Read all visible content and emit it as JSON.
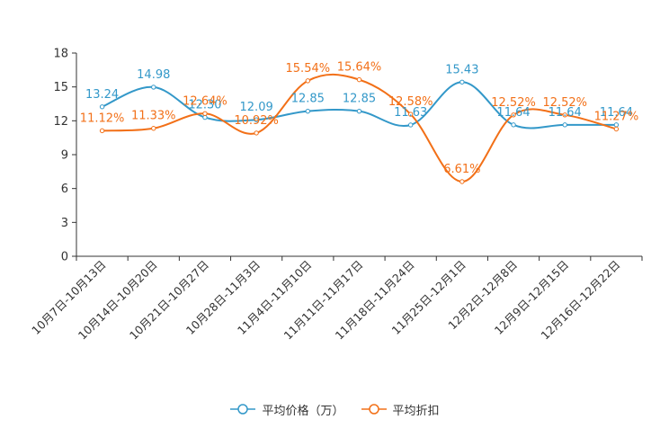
{
  "chart_data": {
    "type": "line",
    "categories": [
      "10月7日-10月13日",
      "10月14日-10月20日",
      "10月21日-10月27日",
      "10月28日-11月3日",
      "11月4日-11月10日",
      "11月11日-11月17日",
      "11月18日-11月24日",
      "11月25日-12月1日",
      "12月2日-12月8日",
      "12月9日-12月15日",
      "12月16日-12月22日"
    ],
    "series": [
      {
        "name": "平均价格（万）",
        "color": "#3398c9",
        "values": [
          13.24,
          14.98,
          12.3,
          12.09,
          12.85,
          12.85,
          11.63,
          15.43,
          11.64,
          11.64,
          11.64
        ],
        "labels": [
          "13.24",
          "14.98",
          "12.30",
          "12.09",
          "12.85",
          "12.85",
          "11.63",
          "15.43",
          "11.64",
          "11.64",
          "11.64"
        ]
      },
      {
        "name": "平均折扣",
        "color": "#f27018",
        "values": [
          11.12,
          11.33,
          12.64,
          10.92,
          15.54,
          15.64,
          12.58,
          6.61,
          12.52,
          12.52,
          11.27
        ],
        "labels": [
          "11.12%",
          "11.33%",
          "12.64%",
          "10.92%",
          "15.54%",
          "15.64%",
          "12.58%",
          "6.61%",
          "12.52%",
          "12.52%",
          "11.27%"
        ]
      }
    ],
    "ylim": [
      0,
      18
    ],
    "yticks": [
      0,
      3,
      6,
      9,
      12,
      15,
      18
    ],
    "grid": false,
    "legend": "bottom-center"
  }
}
